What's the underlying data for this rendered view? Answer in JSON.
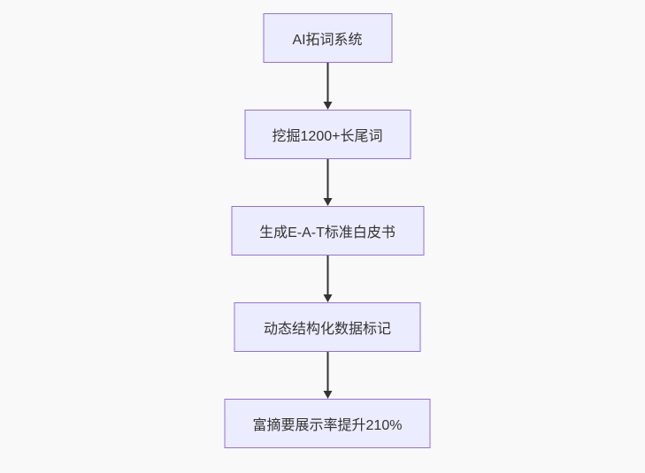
{
  "diagram": {
    "type": "flowchart",
    "direction": "top-down",
    "nodes": [
      {
        "id": "A",
        "label": "AI拓词系统"
      },
      {
        "id": "B",
        "label": "挖掘1200+长尾词"
      },
      {
        "id": "C",
        "label": "生成E-A-T标准白皮书"
      },
      {
        "id": "D",
        "label": "动态结构化数据标记"
      },
      {
        "id": "E",
        "label": "富摘要展示率提升210%"
      }
    ],
    "edges": [
      {
        "from": "A",
        "to": "B"
      },
      {
        "from": "B",
        "to": "C"
      },
      {
        "from": "C",
        "to": "D"
      },
      {
        "from": "D",
        "to": "E"
      }
    ],
    "colors": {
      "node_fill": "#ECECFF",
      "node_border": "#9370DB",
      "edge": "#333333",
      "text": "#333333",
      "background": "#f9f9f9"
    }
  }
}
